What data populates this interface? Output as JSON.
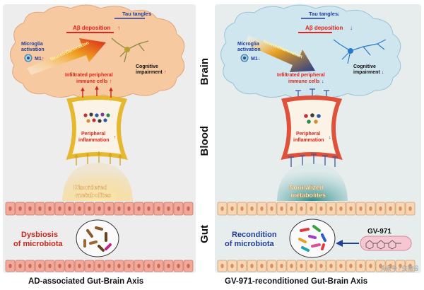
{
  "left": {
    "tau": "Tau tangles",
    "abeta": "Aβ deposition",
    "microglia1": "Microglia",
    "microglia2": "activation",
    "m1": "M1",
    "neuro": "Neuroinflammation",
    "cognitive1": "Cognitive",
    "cognitive2": "impairment",
    "infiltrated1": "Infiltrated peripheral",
    "infiltrated2": "immune cells",
    "peripheral1": "Peripheral",
    "peripheral2": "inflammation",
    "metabolites1": "Disordered",
    "metabolites2": "metabolites",
    "dysbiosis1": "Dysbiosis",
    "dysbiosis2": "of microbiota",
    "footer": "AD-associated Gut-Brain Axis"
  },
  "right": {
    "tau": "Tau tangles",
    "abeta": "Aβ deposition",
    "microglia1": "Microglia",
    "microglia2": "activation",
    "m1": "M1",
    "neuro": "Neuroinflammation",
    "cognitive1": "Cognitive",
    "cognitive2": "impairment",
    "infiltrated1": "Infiltrated peripheral",
    "infiltrated2": "immune cells",
    "peripheral1": "Peripheral",
    "peripheral2": "inflammation",
    "metabolites1": "Normalized",
    "metabolites2": "metabolites",
    "recondition1": "Recondition",
    "recondition2": "of microbiota",
    "drug": "GV-971",
    "footer": "GV-971-reconditioned Gut-Brain Axis"
  },
  "side_labels": {
    "brain": "Brain",
    "blood": "Blood",
    "gut": "Gut"
  },
  "watermark": "头条号 / 生物谷",
  "colors": {
    "left_cloud": "#f6c9a0",
    "right_cloud": "#cfe6ef",
    "red_text": "#e2231a",
    "blue_text": "#1f3f99",
    "up_arrow": "#c8281e",
    "down_arrow": "#2a3b8f",
    "gut_cell": "#f2a99a",
    "vessel_left": "#e6b830",
    "vessel_right": "#e0513c"
  }
}
